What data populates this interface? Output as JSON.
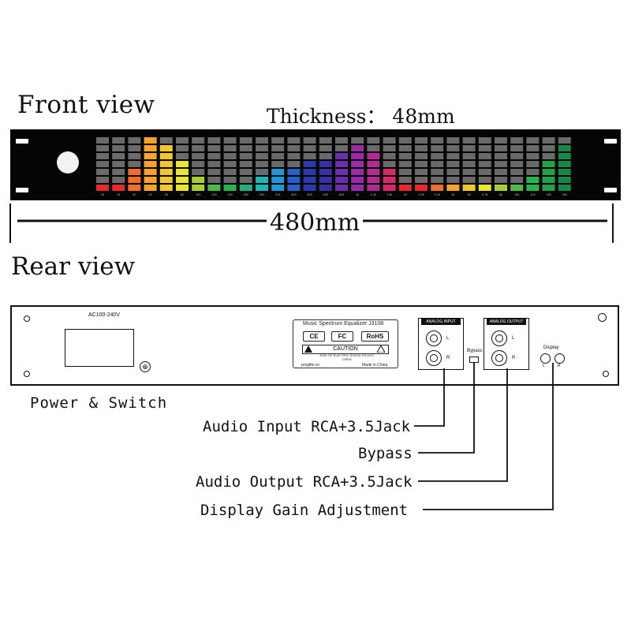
{
  "front": {
    "title": "Front view",
    "thickness": "Thickness： 48mm",
    "width": "480mm",
    "frequencies": [
      "20",
      "25",
      "32",
      "40",
      "63",
      "80",
      "100",
      "125",
      "160",
      "200",
      "250",
      "315",
      "400",
      "500",
      "630",
      "800",
      "1k",
      "1.2k",
      "1.6k",
      "2k",
      "2.5k",
      "3.2k",
      "4k",
      "5k",
      "6.3k",
      "8k",
      "10k",
      "12k",
      "16k",
      "20k"
    ],
    "bar_levels": [
      1,
      1,
      3,
      7,
      6,
      4,
      2,
      1,
      1,
      1,
      2,
      3,
      3,
      4,
      4,
      5,
      6,
      5,
      3,
      1,
      1,
      1,
      1,
      1,
      1,
      1,
      1,
      2,
      4,
      6
    ],
    "colors": [
      "#e8282a",
      "#e8282a",
      "#f0702a",
      "#f6a32c",
      "#f5c82a",
      "#e9e52c",
      "#a6cf35",
      "#4cbb48",
      "#2bb24c",
      "#22b07a",
      "#1fb5b0",
      "#1f96d6",
      "#2860c8",
      "#2b3aa8",
      "#3a2fa0",
      "#6a2ea6",
      "#9a2ba6",
      "#b22a94",
      "#d22a6a",
      "#e8282a",
      "#e8282a",
      "#f0702a",
      "#f6a32c",
      "#f5c82a",
      "#e9e52c",
      "#a6cf35",
      "#4cbb48",
      "#2bb24c",
      "#22a04a",
      "#15884a"
    ]
  },
  "rear": {
    "title": "Rear view",
    "ac_label": "AC100-240V",
    "cert_title": "Music Spectrum Equalizer J3108",
    "cert_logos": [
      "CE",
      "FC",
      "RoHS"
    ],
    "caution": "CAUTION",
    "warning": "RISK OF ELECTRIC SHOCK DO NOT OPEN",
    "site": "proglite.cn",
    "made_in": "Made in China",
    "analog_input": "ANALOG INPUT",
    "analog_output": "ANALOG OUTPUT",
    "bypass": "Bypass",
    "display": "Display",
    "left": "L",
    "right": "R",
    "ground_symbol": "⊕"
  },
  "labels": {
    "power_switch": "Power & Switch",
    "audio_input": "Audio Input RCA+3.5Jack",
    "bypass": "Bypass",
    "audio_output": "Audio Output RCA+3.5Jack",
    "display_gain": "Display Gain Adjustment"
  }
}
